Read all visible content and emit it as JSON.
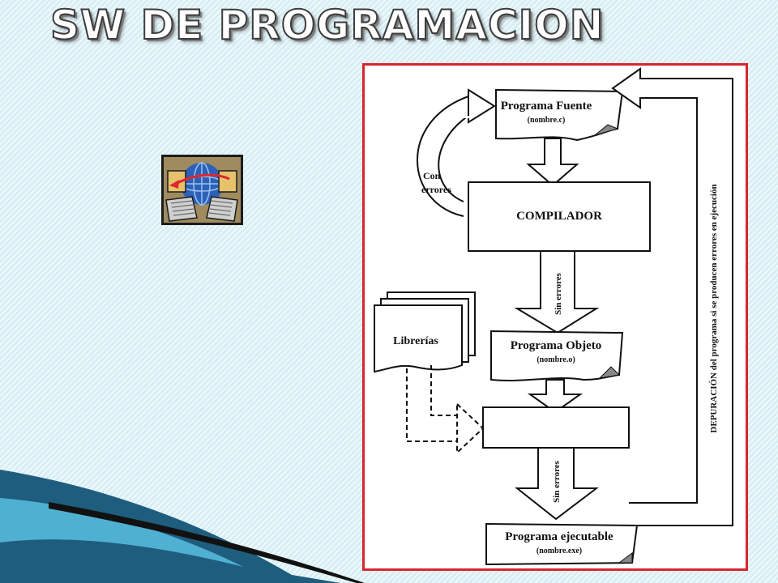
{
  "slide": {
    "title": "SW DE PROGRAMACION",
    "clipart_icon": "network-computers-globe-icon"
  },
  "diagram": {
    "source_program": {
      "title": "Programa Fuente",
      "file": "(nombre.c)"
    },
    "error_loop_label": {
      "line1": "Con",
      "line2": "errores"
    },
    "compiler_label": "COMPILADOR",
    "no_errors_label_1": "Sin errores",
    "libraries_label": "Librerías",
    "object_program": {
      "title": "Programa Objeto",
      "file": "(nombre.o)"
    },
    "no_errors_label_2": "Sin errores",
    "executable_program": {
      "title": "Programa ejecutable",
      "file": "(nombre.exe)"
    },
    "debug_label": "DEPURACIÓN  del  programa si se producen errores en ejecución"
  },
  "colors": {
    "frame_border": "#d7262c",
    "background": "#dff2f7",
    "swoosh_dark": "#1f5d7e",
    "swoosh_light": "#4fb0d2"
  }
}
